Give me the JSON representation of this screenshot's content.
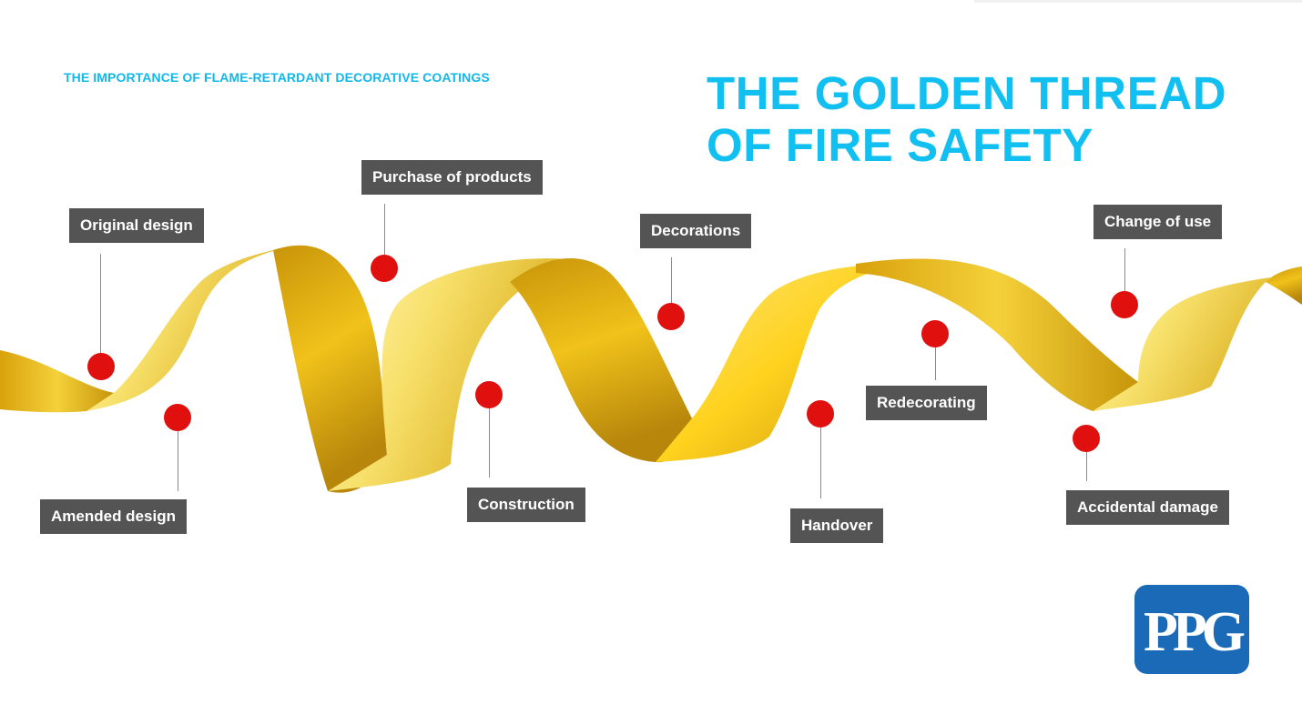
{
  "header": {
    "kicker": "THE IMPORTANCE OF FLAME-RETARDANT DECORATIVE COATINGS",
    "title_line1": "THE GOLDEN THREAD",
    "title_line2": "OF FIRE SAFETY"
  },
  "stages": {
    "original_design": "Original design",
    "amended_design": "Amended design",
    "purchase_of_products": "Purchase of products",
    "construction": "Construction",
    "decorations": "Decorations",
    "handover": "Handover",
    "redecorating": "Redecorating",
    "change_of_use": "Change of use",
    "accidental_damage": "Accidental damage"
  },
  "logo": {
    "text": "PPG",
    "background_color": "#1b6ab8",
    "icon": "ppg-logo"
  },
  "colors": {
    "title": "#11c0f0",
    "label_background": "#545454",
    "marker": "#e0100e",
    "ribbon_gold": "#d4a10a"
  }
}
